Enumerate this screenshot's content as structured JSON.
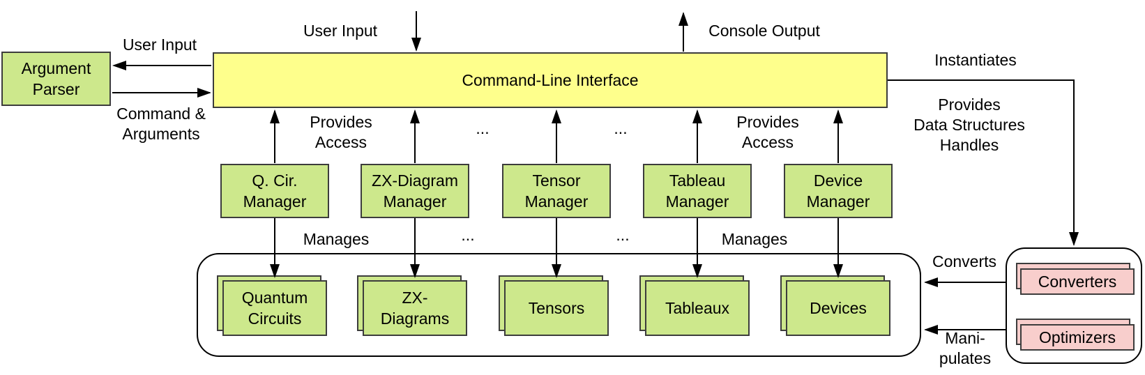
{
  "colors": {
    "background": "#ffffff",
    "box_green": "#cde88c",
    "box_yellow": "#feff8c",
    "box_pink": "#f8cecc",
    "border": "#3c3c3c",
    "arrow": "#000000"
  },
  "nodes": {
    "argument_parser": "Argument\nParser",
    "cli": "Command-Line Interface",
    "converters": "Converters",
    "optimizers": "Optimizers"
  },
  "managers": [
    {
      "label": "Q. Cir.\nManager"
    },
    {
      "label": "ZX-Diagram\nManager"
    },
    {
      "label": "Tensor\nManager"
    },
    {
      "label": "Tableau\nManager"
    },
    {
      "label": "Device\nManager"
    }
  ],
  "data_structures": [
    {
      "label": "Quantum\nCircuits"
    },
    {
      "label": "ZX-\nDiagrams"
    },
    {
      "label": "Tensors"
    },
    {
      "label": "Tableaux"
    },
    {
      "label": "Devices"
    }
  ],
  "labels": {
    "user_input_top": "User Input",
    "user_input_parser": "User Input",
    "console_output": "Console Output",
    "command_arguments": "Command &\nArguments",
    "instantiates": "Instantiates",
    "provides_data_structures": "Provides\nData Structures\nHandles",
    "provides_access": "Provides\nAccess",
    "manages": "Manages",
    "ellipsis": "...",
    "converts": "Converts",
    "manipulates": "Mani-\npulates"
  }
}
